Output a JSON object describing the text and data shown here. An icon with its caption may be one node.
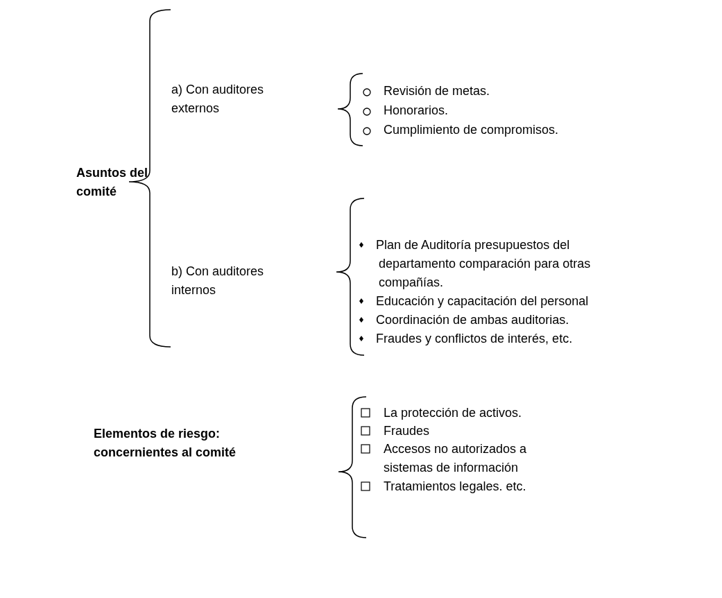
{
  "diagram": {
    "labels": [
      "Asuntos del comité",
      "a) Con auditores externos",
      "Revisión de metas.",
      "Honorarios.",
      "Cumplimiento de compromisos.",
      "b) Con auditores internos",
      "Plan de Auditoría presupuestos del departamento comparación para otras compañías.",
      "Educación y capacitación del personal",
      "Coordinación de ambas auditorias.",
      "Fraudes y conflictos de interés, etc.",
      "Elementos de riesgo: concernientes al comité",
      "La protección de activos.",
      "Fraudes",
      "Accesos no autorizados a sistemas de información",
      "Tratamientos legales. etc."
    ]
  }
}
